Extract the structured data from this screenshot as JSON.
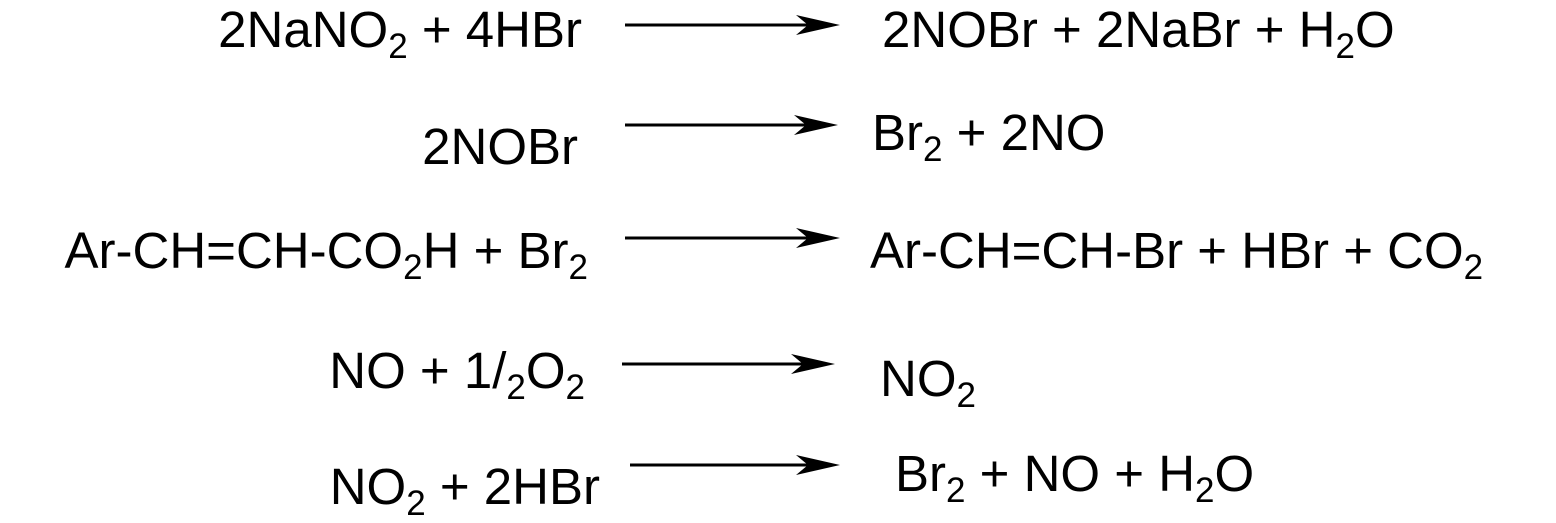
{
  "reactions": [
    {
      "reactants": [
        {
          "t": "2NaNO"
        },
        {
          "s": "2"
        },
        {
          "t": " + 4HBr"
        }
      ],
      "products": [
        {
          "t": "2NOBr + 2NaBr + H"
        },
        {
          "s": "2"
        },
        {
          "t": "O"
        }
      ]
    },
    {
      "reactants": [
        {
          "t": "2NOBr"
        }
      ],
      "products": [
        {
          "t": "Br"
        },
        {
          "s": "2"
        },
        {
          "t": " + 2NO"
        }
      ]
    },
    {
      "reactants": [
        {
          "t": "Ar-CH=CH-CO"
        },
        {
          "s": "2"
        },
        {
          "t": "H + Br"
        },
        {
          "s": "2"
        }
      ],
      "products": [
        {
          "t": "Ar-CH=CH-Br + HBr + CO"
        },
        {
          "s": "2"
        }
      ]
    },
    {
      "reactants": [
        {
          "t": "NO + 1/"
        },
        {
          "s": "2"
        },
        {
          "t": "O"
        },
        {
          "s": "2"
        }
      ],
      "products": [
        {
          "t": "NO"
        },
        {
          "s": "2"
        }
      ]
    },
    {
      "reactants": [
        {
          "t": "NO"
        },
        {
          "s": "2"
        },
        {
          "t": " + 2HBr"
        }
      ],
      "products": [
        {
          "t": "Br"
        },
        {
          "s": "2"
        },
        {
          "t": " + NO + H"
        },
        {
          "s": "2"
        },
        {
          "t": "O"
        }
      ]
    }
  ]
}
